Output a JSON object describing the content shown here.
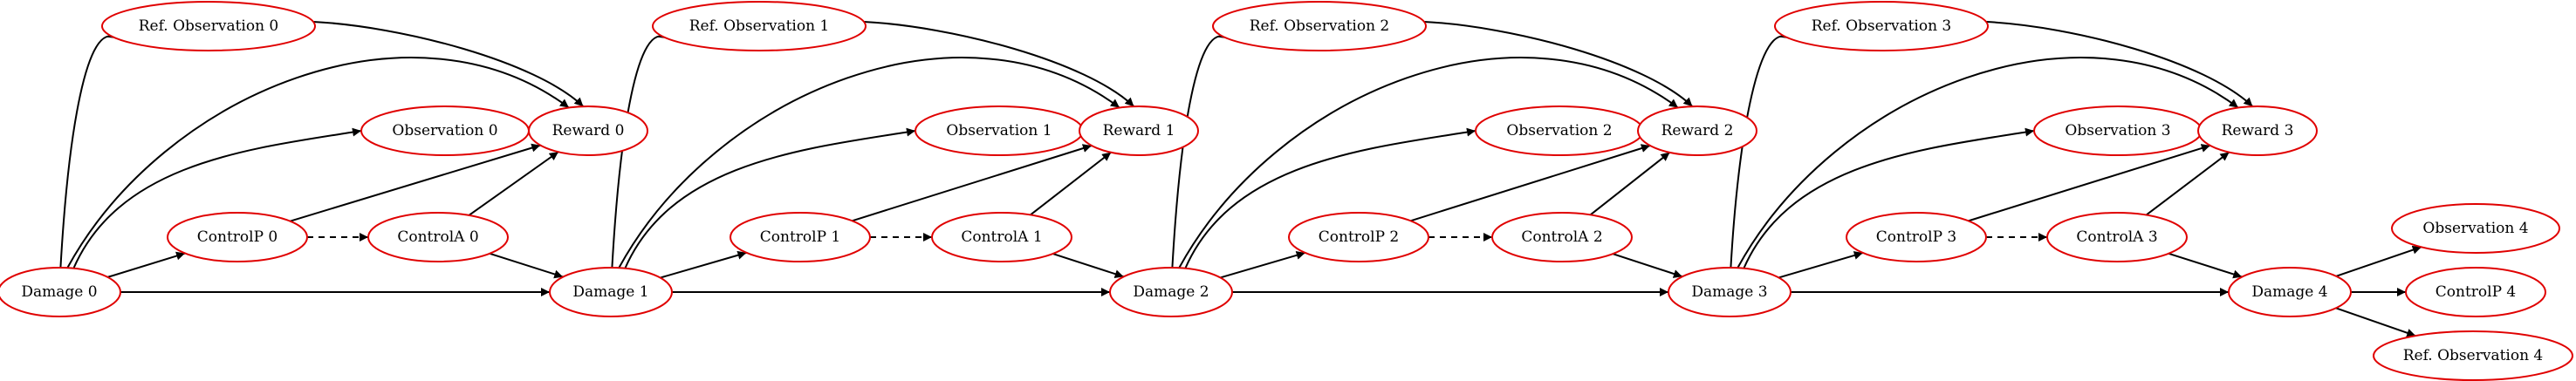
{
  "colors": {
    "node_stroke": "#e00000",
    "edge": "#000000",
    "text": "#000000",
    "background": "#ffffff"
  },
  "nodes": [
    {
      "id": "ref0",
      "label": "Ref. Observation 0"
    },
    {
      "id": "obs0",
      "label": "Observation 0"
    },
    {
      "id": "rew0",
      "label": "Reward 0"
    },
    {
      "id": "cp0",
      "label": "ControlP 0"
    },
    {
      "id": "ca0",
      "label": "ControlA 0"
    },
    {
      "id": "dmg0",
      "label": "Damage 0"
    },
    {
      "id": "ref1",
      "label": "Ref. Observation 1"
    },
    {
      "id": "obs1",
      "label": "Observation 1"
    },
    {
      "id": "rew1",
      "label": "Reward 1"
    },
    {
      "id": "cp1",
      "label": "ControlP 1"
    },
    {
      "id": "ca1",
      "label": "ControlA 1"
    },
    {
      "id": "dmg1",
      "label": "Damage 1"
    },
    {
      "id": "ref2",
      "label": "Ref. Observation 2"
    },
    {
      "id": "obs2",
      "label": "Observation 2"
    },
    {
      "id": "rew2",
      "label": "Reward 2"
    },
    {
      "id": "cp2",
      "label": "ControlP 2"
    },
    {
      "id": "ca2",
      "label": "ControlA 2"
    },
    {
      "id": "dmg2",
      "label": "Damage 2"
    },
    {
      "id": "ref3",
      "label": "Ref. Observation 3"
    },
    {
      "id": "obs3",
      "label": "Observation 3"
    },
    {
      "id": "rew3",
      "label": "Reward 3"
    },
    {
      "id": "cp3",
      "label": "ControlP 3"
    },
    {
      "id": "ca3",
      "label": "ControlA 3"
    },
    {
      "id": "dmg3",
      "label": "Damage 3"
    },
    {
      "id": "dmg4",
      "label": "Damage 4"
    },
    {
      "id": "obs4",
      "label": "Observation 4"
    },
    {
      "id": "cp4",
      "label": "ControlP 4"
    },
    {
      "id": "ref4",
      "label": "Ref. Observation 4"
    }
  ],
  "edges": [
    {
      "from": "dmg0",
      "to": "ref0"
    },
    {
      "from": "dmg0",
      "to": "rew0"
    },
    {
      "from": "dmg0",
      "to": "obs0"
    },
    {
      "from": "dmg0",
      "to": "cp0"
    },
    {
      "from": "dmg0",
      "to": "dmg1"
    },
    {
      "from": "ref0",
      "to": "rew0"
    },
    {
      "from": "obs0",
      "to": "rew0"
    },
    {
      "from": "cp0",
      "to": "rew0"
    },
    {
      "from": "cp0",
      "to": "ca0",
      "style": "dashed"
    },
    {
      "from": "ca0",
      "to": "rew0"
    },
    {
      "from": "ca0",
      "to": "dmg1"
    },
    {
      "from": "dmg1",
      "to": "ref1"
    },
    {
      "from": "dmg1",
      "to": "rew1"
    },
    {
      "from": "dmg1",
      "to": "obs1"
    },
    {
      "from": "dmg1",
      "to": "cp1"
    },
    {
      "from": "dmg1",
      "to": "dmg2"
    },
    {
      "from": "ref1",
      "to": "rew1"
    },
    {
      "from": "obs1",
      "to": "rew1"
    },
    {
      "from": "cp1",
      "to": "rew1"
    },
    {
      "from": "cp1",
      "to": "ca1",
      "style": "dashed"
    },
    {
      "from": "ca1",
      "to": "rew1"
    },
    {
      "from": "ca1",
      "to": "dmg2"
    },
    {
      "from": "dmg2",
      "to": "ref2"
    },
    {
      "from": "dmg2",
      "to": "rew2"
    },
    {
      "from": "dmg2",
      "to": "obs2"
    },
    {
      "from": "dmg2",
      "to": "cp2"
    },
    {
      "from": "dmg2",
      "to": "dmg3"
    },
    {
      "from": "ref2",
      "to": "rew2"
    },
    {
      "from": "obs2",
      "to": "rew2"
    },
    {
      "from": "cp2",
      "to": "rew2"
    },
    {
      "from": "cp2",
      "to": "ca2",
      "style": "dashed"
    },
    {
      "from": "ca2",
      "to": "rew2"
    },
    {
      "from": "ca2",
      "to": "dmg3"
    },
    {
      "from": "dmg3",
      "to": "ref3"
    },
    {
      "from": "dmg3",
      "to": "rew3"
    },
    {
      "from": "dmg3",
      "to": "obs3"
    },
    {
      "from": "dmg3",
      "to": "cp3"
    },
    {
      "from": "dmg3",
      "to": "dmg4"
    },
    {
      "from": "ref3",
      "to": "rew3"
    },
    {
      "from": "obs3",
      "to": "rew3"
    },
    {
      "from": "cp3",
      "to": "rew3"
    },
    {
      "from": "cp3",
      "to": "ca3",
      "style": "dashed"
    },
    {
      "from": "ca3",
      "to": "rew3"
    },
    {
      "from": "ca3",
      "to": "dmg4"
    },
    {
      "from": "dmg4",
      "to": "obs4"
    },
    {
      "from": "dmg4",
      "to": "cp4"
    },
    {
      "from": "dmg4",
      "to": "ref4"
    }
  ]
}
